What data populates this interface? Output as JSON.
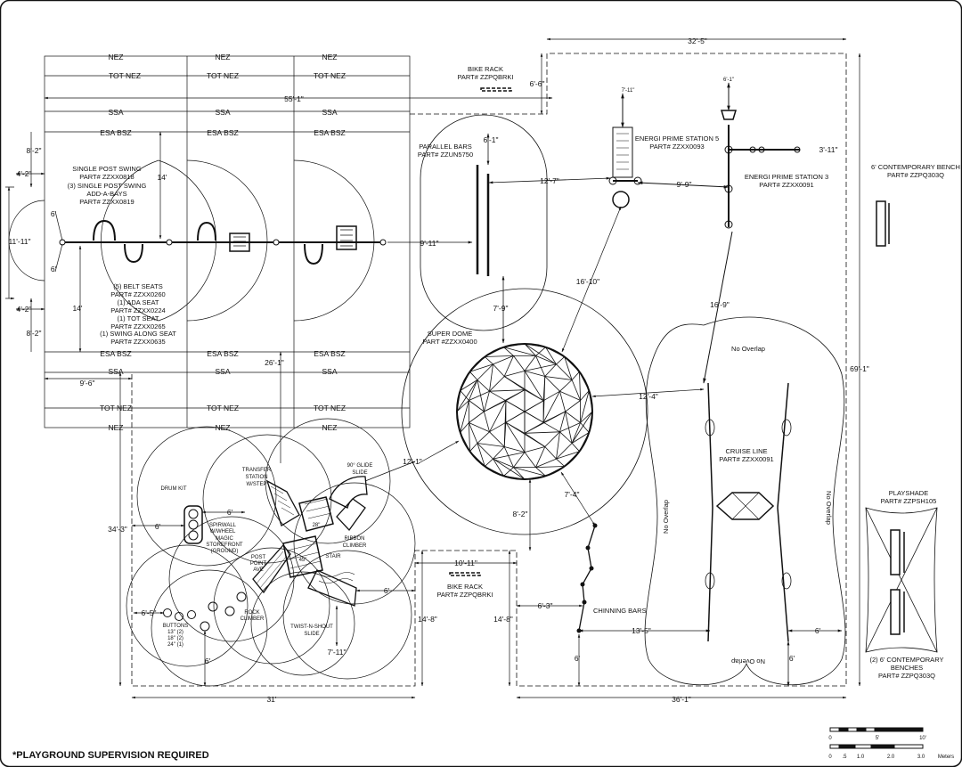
{
  "footer": {
    "note": "*PLAYGROUND SUPERVISION REQUIRED"
  },
  "scale": {
    "ft": [
      "0",
      "5'",
      "10'"
    ],
    "m": [
      "0",
      ".5",
      "1.0",
      "2.0",
      "3.0",
      "Meters"
    ]
  },
  "swing": {
    "title": "SINGLE POST SWING",
    "line2": "(3) SINGLE POST SWING",
    "line3": "ADD-A-BAYS",
    "part": "PART# ZZXX0818",
    "part2": "PART# ZZXX0819",
    "seats": [
      "(5) BELT SEATS",
      "PART# ZZXX0260",
      "(1) ADA SEAT",
      "PART# ZZXX0224",
      "(1) TOT SEAT",
      "PART# ZZXX0265",
      "(1) SWING ALONG SEAT",
      "PART# ZZXX0635"
    ],
    "nez": "NEZ",
    "tot_nez": "TOT NEZ",
    "ssa": "SSA",
    "esa_bsz": "ESA BSZ"
  },
  "bike_rack_top": {
    "title": "BIKE RACK",
    "part": "PART# ZZPQBRKI"
  },
  "bike_rack_bottom": {
    "title": "BIKE RACK",
    "part": "PART# ZZPQBRKI"
  },
  "parallel_bars": {
    "title": "PARALLEL BARS",
    "part": "PART# ZZUN5750"
  },
  "energi5": {
    "title": "ENERGI PRIME STATION 5",
    "part": "PART# ZZXX0093"
  },
  "energi3": {
    "title": "ENERGI PRIME STATION 3",
    "part": "PART# ZZXX0091"
  },
  "bench": {
    "title": "6' CONTEMPORARY BENCH",
    "part": "PART# ZZPQ303Q"
  },
  "superdome": {
    "title": "SUPER DOME",
    "part": "PART #ZZXX0400"
  },
  "cruise": {
    "title": "CRUISE LINE",
    "part": "PART# ZZXX0091",
    "no_overlap": "No Overlap"
  },
  "playshade": {
    "title": "PLAYSHADE",
    "part": "PART# ZZPSH105",
    "benches": "(2) 6' CONTEMPORARY",
    "benches2": "BENCHES",
    "benches_part": "PART# ZZPQ303Q"
  },
  "chinning": {
    "title": "CHINNING BARS"
  },
  "structure": {
    "drum": "DRUM KIT",
    "transfer": [
      "TRANSFER",
      "STATION",
      "W/STEP"
    ],
    "slide": [
      "90° GLIDE",
      "SLIDE"
    ],
    "ribbon": [
      "RIBBON",
      "CLIMBER"
    ],
    "stair": "STAIR",
    "spiwall": [
      "SPIRWALL",
      "W/WHEEL"
    ],
    "magic": [
      "MAGIC",
      "STOREFRONT",
      "(GROUND)"
    ],
    "post": [
      "POST",
      "POINT",
      "AVE"
    ],
    "rock": [
      "ROCK",
      "CLIMBER"
    ],
    "twist": [
      "TWIST-N-SHOUT",
      "SLIDE"
    ],
    "buttons": [
      "BUTTONS",
      "13\" (2)",
      "18\" (2)",
      "24\" (1)"
    ],
    "decks": [
      "28\"",
      "45\""
    ]
  },
  "dims": {
    "d32_5": "32'-5\"",
    "d55_1": "55'-1\"",
    "d6_6": "6'-6\"",
    "d7_11a": "7'-11\"",
    "d6_1a": "6'-1\"",
    "d3_11": "3'-11\"",
    "d8_2a": "8'-2\"",
    "d4_2a": "4'-2\"",
    "d11_11": "11'-11\"",
    "d6a": "6'",
    "d6b": "6'",
    "d4_2b": "4'-2\"",
    "d8_2b": "8'-2\"",
    "d14a": "14'",
    "d14b": "14'",
    "d9_6": "9'-6\"",
    "d26_1": "26'-1\"",
    "d6_1b": "6'-1\"",
    "d12_7": "12'-7\"",
    "d9_9": "9'-9\"",
    "d9_11": "9'-11\"",
    "d7_9": "7'-9\"",
    "d16_10": "16'-10\"",
    "d16_9": "16'-9\"",
    "d69_1": "69'-1\"",
    "d12_4": "12'-4\"",
    "d12_1": "12'-1\"",
    "d7_4": "7'-4\"",
    "d8_2c": "8'-2\"",
    "d34_3": "34'-3\"",
    "d6c": "6'",
    "d6d": "6'",
    "d6_5": "6'-5\"",
    "d6e": "6'",
    "d6f": "6'",
    "d10_11": "10'-11\"",
    "d14_8a": "14'-8\"",
    "d14_8b": "14'-8\"",
    "d6_3": "6'-3\"",
    "d13_5": "13'-5\"",
    "d6g": "6'",
    "d6h": "6'",
    "d6i": "6'",
    "d7_11b": "7'-11\"",
    "d31": "31'",
    "d36_1": "36'-1\""
  },
  "colors": {
    "line": "#111111",
    "background": "#ffffff"
  }
}
